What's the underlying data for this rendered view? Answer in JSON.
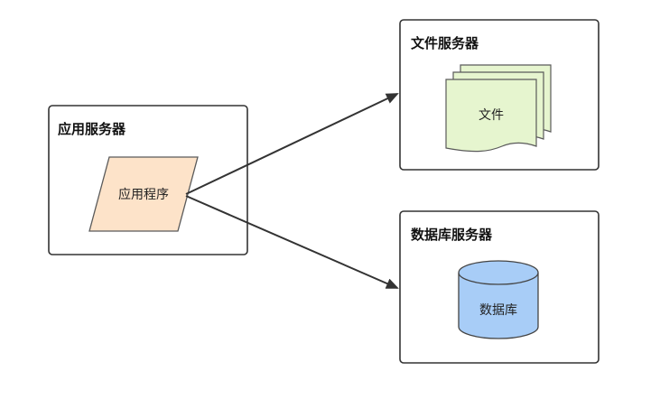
{
  "diagram": {
    "app_server": {
      "title": "应用服务器",
      "node_label": "应用程序"
    },
    "file_server": {
      "title": "文件服务器",
      "node_label": "文件"
    },
    "db_server": {
      "title": "数据库服务器",
      "node_label": "数据库"
    },
    "colors": {
      "box_border": "#333333",
      "app_fill": "#fde3c9",
      "app_stroke": "#5a5a5a",
      "file_fill": "#e6f5cf",
      "file_stroke": "#5a5a5a",
      "db_fill": "#a8cdf7",
      "db_stroke": "#444444",
      "arrow": "#333333"
    }
  }
}
